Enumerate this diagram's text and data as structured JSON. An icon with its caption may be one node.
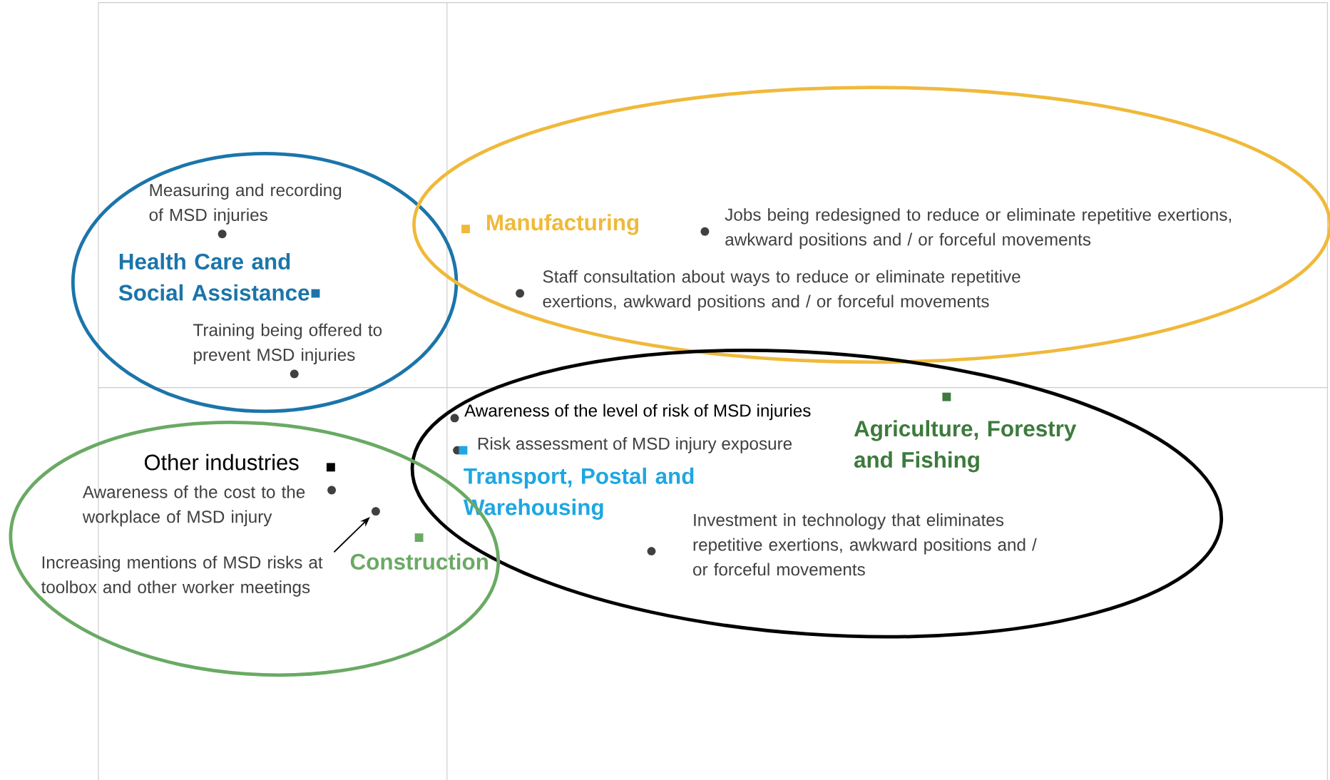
{
  "diagram": {
    "nodes": [
      {
        "text": [
          "Measuring and recording of MSD injuries",
          "Health Care and Social Assistance",
          "Training being offered to prevent MSD injuries"
        ]
      },
      {
        "text": [
          "Manufacturing",
          "Jobs being redesigned to reduce or eliminate repetitive exertions, awkward positions and / or forceful movements",
          "Staff consultation about ways to reduce or eliminate repetitive exertions, awkward positions and / or forceful movements"
        ]
      },
      {
        "text": [
          "Awareness of the level of risk of MSD injuries",
          "Risk assessment of MSD injury exposure",
          "Agriculture, Forestry and Fishing",
          "Transport, Postal and Warehousing",
          "Investment in technology that eliminates repetitive exertions, awkward positions and / or forceful movements"
        ]
      },
      {
        "text": [
          "Other industries",
          "Awareness of the cost to the workplace of MSD injury",
          "Construction"
        ]
      },
      {
        "text": [
          "Increasing mentions of MSD risks at toolbox and other worker meetings"
        ],
        "in": 3
      },
      {
        "text": [],
        "shape": "circle",
        "in": 3
      }
    ],
    "edges": [
      {
        "from": 4,
        "to": 5,
        "arrow": "to"
      }
    ]
  }
}
